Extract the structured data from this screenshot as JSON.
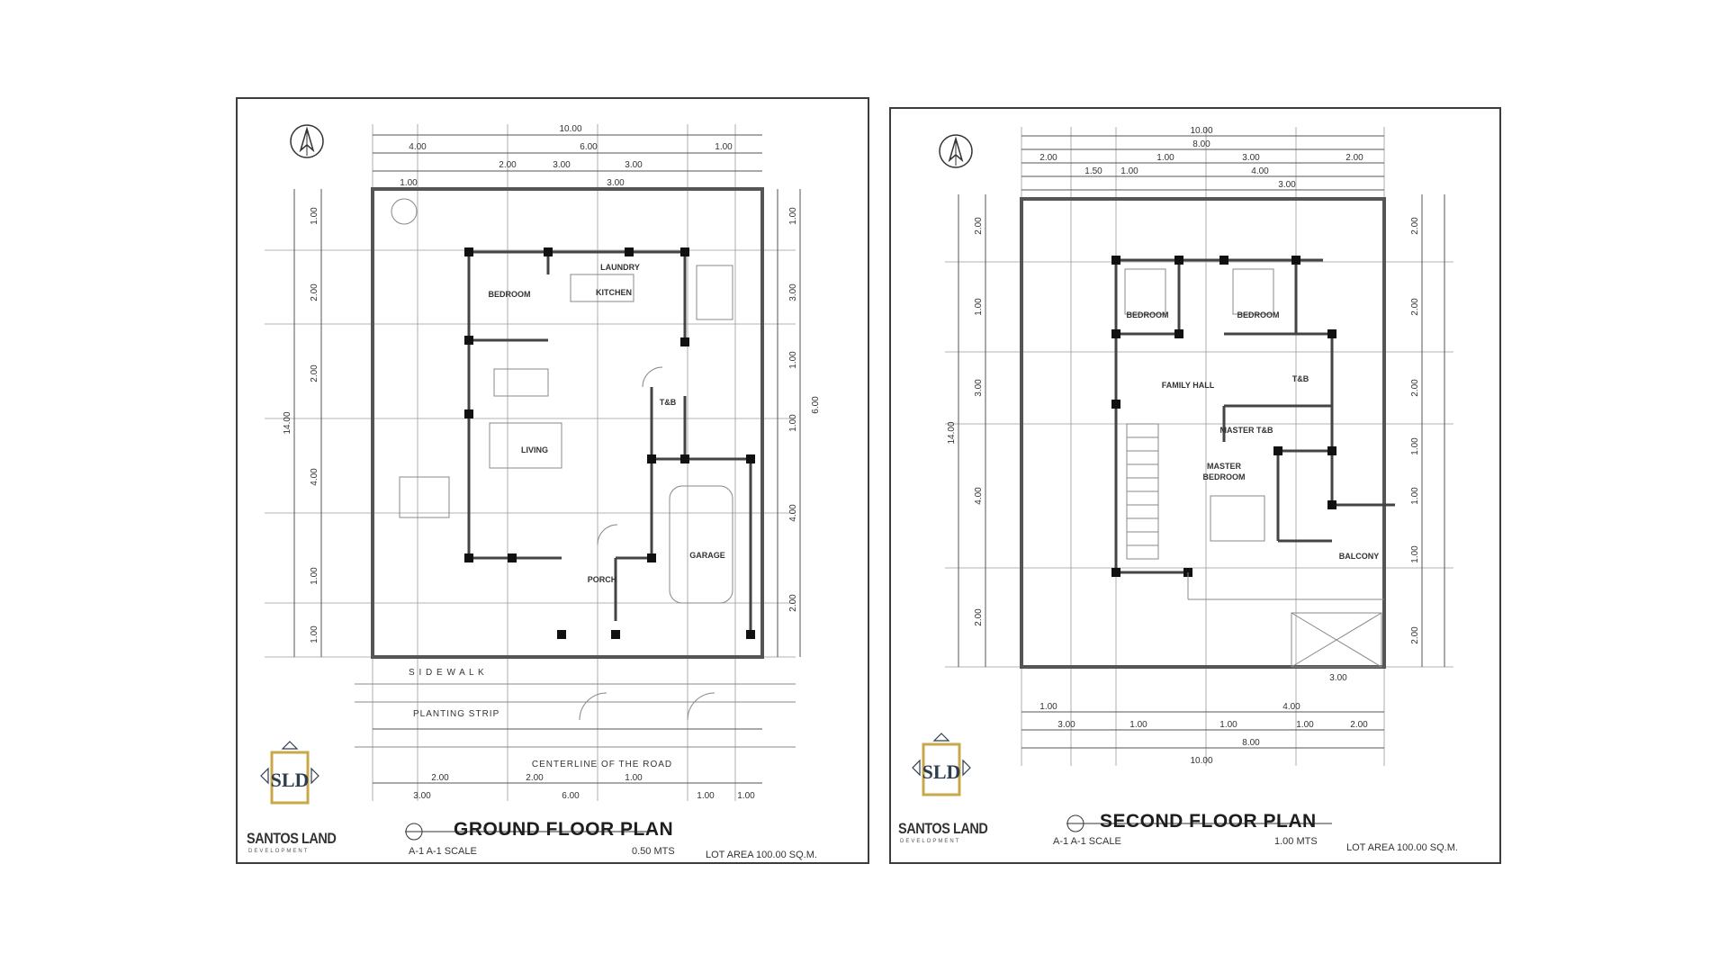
{
  "ground_floor": {
    "title": "GROUND FLOOR PLAN",
    "scale_note": "A-1 A-1 SCALE",
    "scale_value": "0.50 MTS",
    "lot_area": "LOT AREA 100.00 SQ.M.",
    "rooms": {
      "laundry": "LAUNDRY",
      "bedroom": "BEDROOM",
      "kitchen": "KITCHEN",
      "living": "LIVING",
      "toilet": "T&B",
      "porch": "PORCH",
      "garage": "GARAGE"
    },
    "labels": {
      "sidewalk": "S I D E W A L K",
      "planting_strip": "PLANTING STRIP",
      "road": "CENTERLINE OF THE ROAD"
    },
    "dimensions": {
      "top_total": "10.00",
      "top_row2": [
        "4.00",
        "6.00",
        "1.00"
      ],
      "top_row3": [
        "2.00",
        "3.00",
        "3.00"
      ],
      "top_row4": [
        "1.00",
        "3.00"
      ],
      "left_total": "14.00",
      "left_chain": [
        "1.00",
        "2.00",
        "2.00",
        "4.00",
        "1.00",
        "1.00"
      ],
      "right_chain": [
        "1.00",
        "3.00",
        "1.00",
        "1.00",
        "6.00",
        "4.00",
        "2.00"
      ],
      "bottom_row1": [
        "2.00",
        "2.00",
        "1.00"
      ],
      "bottom_row2": [
        "3.00",
        "6.00",
        "1.00",
        "1.00"
      ]
    }
  },
  "second_floor": {
    "title": "SECOND FLOOR PLAN",
    "scale_note": "A-1 A-1 SCALE",
    "scale_value": "1.00 MTS",
    "lot_area": "LOT AREA 100.00 SQ.M.",
    "rooms": {
      "bedroom1": "BEDROOM",
      "bedroom2": "BEDROOM",
      "family_hall": "FAMILY HALL",
      "toilet": "T&B",
      "master_tb": "MASTER T&B",
      "master_bedroom_line1": "MASTER",
      "master_bedroom_line2": "BEDROOM",
      "balcony": "BALCONY"
    },
    "dimensions": {
      "top_total": "10.00",
      "top_row2": "8.00",
      "top_row3": [
        "2.00",
        "1.00",
        "3.00",
        "2.00"
      ],
      "top_row4": [
        "1.50",
        "1.00",
        "4.00"
      ],
      "top_row5": "3.00",
      "left_total": "14.00",
      "left_chain": [
        "2.00",
        "1.00",
        "3.00",
        "4.00",
        "2.00"
      ],
      "right_chain": [
        "2.00",
        "2.00",
        "2.00",
        "1.00",
        "1.00",
        "1.00",
        "2.00"
      ],
      "bottom_row1": "3.00",
      "bottom_row2": [
        "1.00",
        "4.00"
      ],
      "bottom_row3": [
        "3.00",
        "1.00",
        "1.00",
        "1.00",
        "2.00"
      ],
      "bottom_row4": "8.00",
      "bottom_total": "10.00"
    }
  },
  "brand": {
    "name": "SANTOS LAND",
    "tagline": "DEVELOPMENT",
    "monogram": "SLD",
    "gold": "#c9a84c",
    "dark": "#2f3e4e"
  },
  "north_arrow_icon": "compass-north-icon"
}
